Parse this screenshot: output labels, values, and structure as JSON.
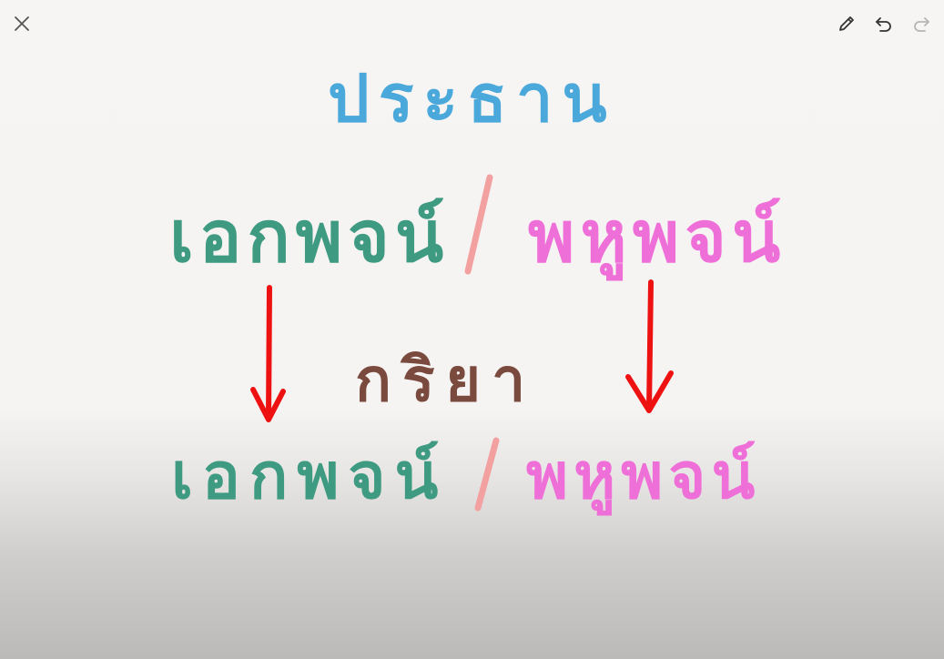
{
  "toolbar": {
    "close_icon": "close-icon",
    "pencil_icon": "pencil-icon",
    "undo_icon": "undo-icon",
    "redo_icon": "redo-icon"
  },
  "canvas": {
    "subject": "ประธาน",
    "singular_top": "เอกพจน์",
    "plural_top": "พหูพจน์",
    "verb": "กริยา",
    "singular_bottom": "เอกพจน์",
    "plural_bottom": "พหูพจน์"
  },
  "colors": {
    "subject": "#4aa8db",
    "singular": "#3f9a82",
    "plural": "#ef6fd8",
    "verb": "#7a4a3e",
    "slash": "#f3a0a0",
    "arrow": "#ee1111",
    "icon": "#4a4a4a",
    "icon_disabled": "#b5b5b5"
  }
}
